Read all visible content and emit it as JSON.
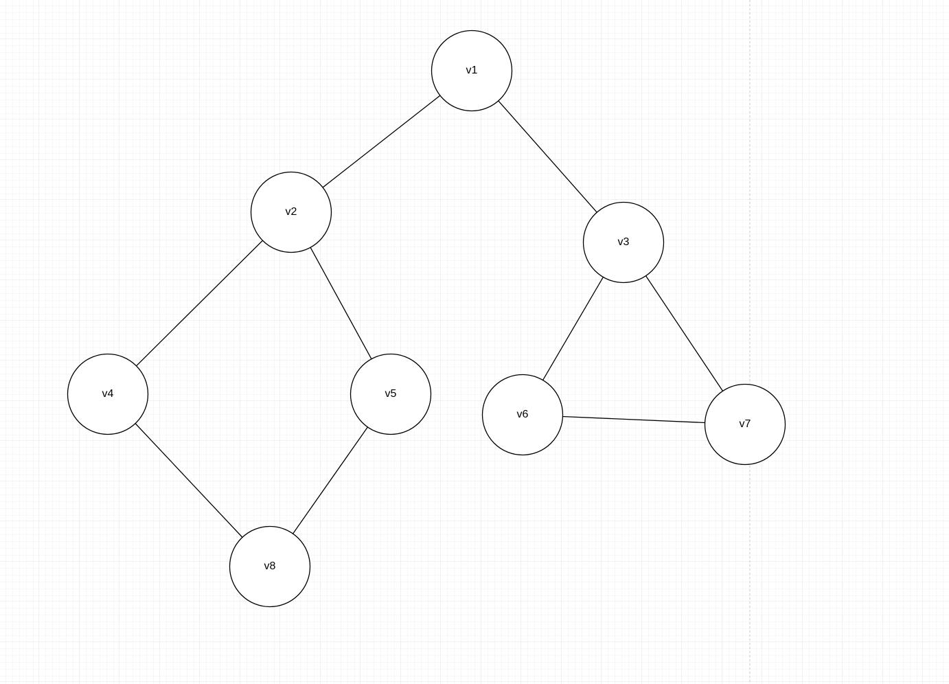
{
  "diagram": {
    "type": "undirected-graph",
    "nodes": [
      {
        "id": "v1",
        "label": "v1"
      },
      {
        "id": "v2",
        "label": "v2"
      },
      {
        "id": "v3",
        "label": "v3"
      },
      {
        "id": "v4",
        "label": "v4"
      },
      {
        "id": "v5",
        "label": "v5"
      },
      {
        "id": "v6",
        "label": "v6"
      },
      {
        "id": "v7",
        "label": "v7"
      },
      {
        "id": "v8",
        "label": "v8"
      }
    ],
    "edges": [
      {
        "from": "v1",
        "to": "v2"
      },
      {
        "from": "v1",
        "to": "v3"
      },
      {
        "from": "v2",
        "to": "v4"
      },
      {
        "from": "v2",
        "to": "v5"
      },
      {
        "from": "v3",
        "to": "v6"
      },
      {
        "from": "v3",
        "to": "v7"
      },
      {
        "from": "v6",
        "to": "v7"
      },
      {
        "from": "v4",
        "to": "v8"
      },
      {
        "from": "v5",
        "to": "v8"
      }
    ]
  },
  "canvas": {
    "background": "grid",
    "grid_color": "#e8e8e8",
    "page_break_color": "#cfcfcf"
  }
}
